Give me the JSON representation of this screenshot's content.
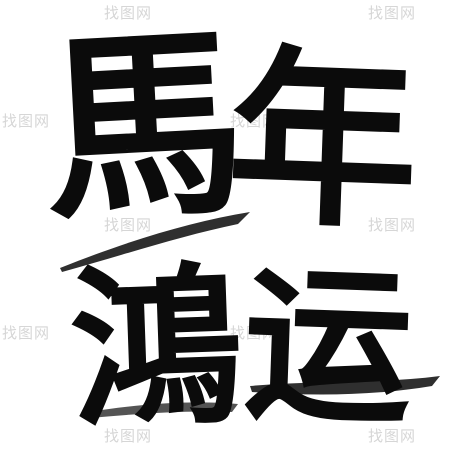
{
  "artwork": {
    "characters": [
      "馬",
      "年",
      "鴻",
      "运"
    ],
    "ink_color": "#0b0b0b",
    "background_color": "#ffffff"
  },
  "watermark": {
    "text": "找图网",
    "color": "#d6d6d6"
  }
}
